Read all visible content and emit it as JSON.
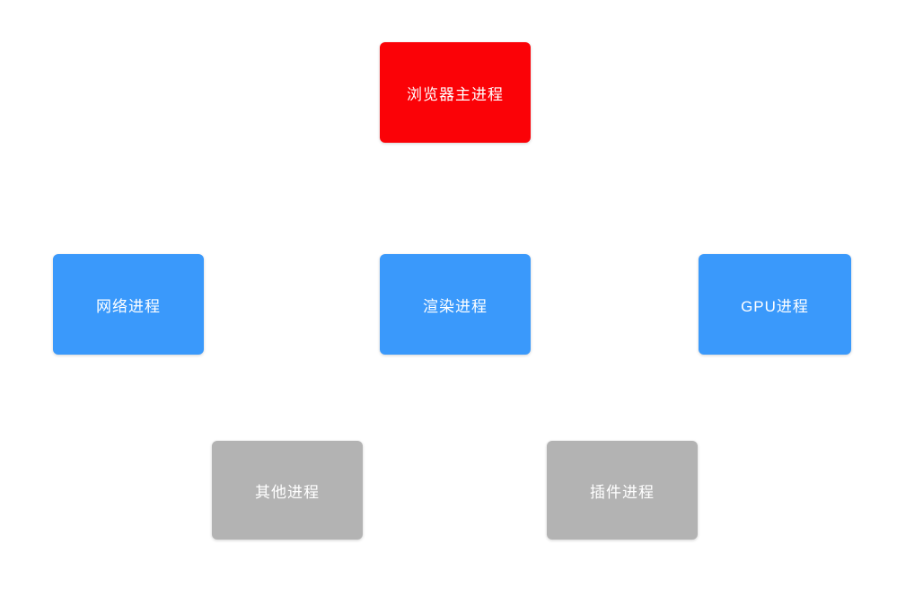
{
  "diagram": {
    "type": "process-architecture",
    "colors": {
      "root": "#fb0207",
      "primary": "#3a99fb",
      "secondary": "#b3b3b3",
      "label_text": "#ffffff",
      "background": "#ffffff"
    },
    "nodes": [
      {
        "id": "browser-main-process",
        "label": "浏览器主进程",
        "color": "#fb0207",
        "row": 1
      },
      {
        "id": "network-process",
        "label": "网络进程",
        "color": "#3a99fb",
        "row": 2
      },
      {
        "id": "render-process",
        "label": "渲染进程",
        "color": "#3a99fb",
        "row": 2
      },
      {
        "id": "gpu-process",
        "label": "GPU进程",
        "color": "#3a99fb",
        "row": 2
      },
      {
        "id": "other-process",
        "label": "其他进程",
        "color": "#b3b3b3",
        "row": 3
      },
      {
        "id": "plugin-process",
        "label": "插件进程",
        "color": "#b3b3b3",
        "row": 3
      }
    ]
  }
}
